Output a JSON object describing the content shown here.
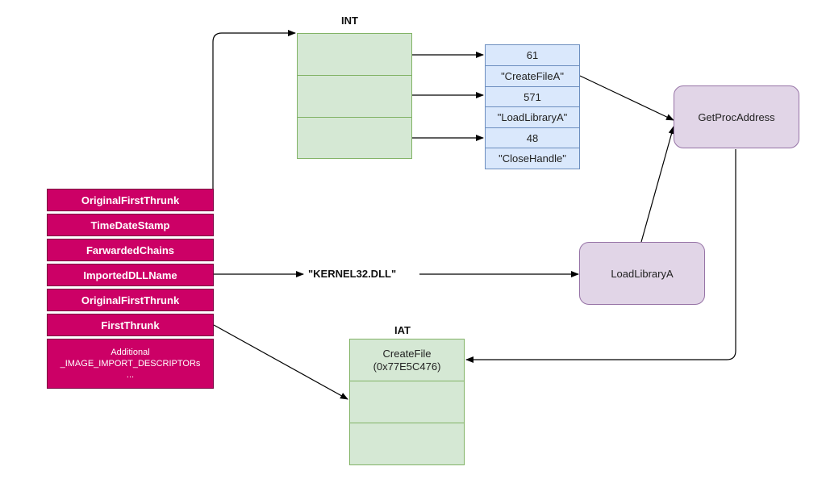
{
  "int": {
    "title": "INT"
  },
  "names_table": {
    "cells": [
      "61",
      "\"CreateFileA\"",
      "571",
      "\"LoadLibraryA\"",
      "48",
      "\"CloseHandle\""
    ]
  },
  "descriptor": {
    "fields": [
      "OriginalFirstThrunk",
      "TimeDateStamp",
      "FarwardedChains",
      "ImportedDLLName",
      "OriginalFirstThrunk",
      "FirstThrunk"
    ],
    "additional": [
      "Additional",
      "_IMAGE_IMPORT_DESCRIPTORs",
      "..."
    ]
  },
  "edge_label": "\"KERNEL32.DLL\"",
  "nodes": {
    "getprocaddress": "GetProcAddress",
    "loadlibrarya": "LoadLibraryA"
  },
  "iat": {
    "title": "IAT",
    "entry_line1": "CreateFile",
    "entry_line2": "(0x77E5C476)"
  },
  "colors": {
    "green_fill": "#d5e8d4",
    "blue_fill": "#dae8fc",
    "purple_fill": "#e1d5e7",
    "magenta_fill": "#cc0066"
  }
}
